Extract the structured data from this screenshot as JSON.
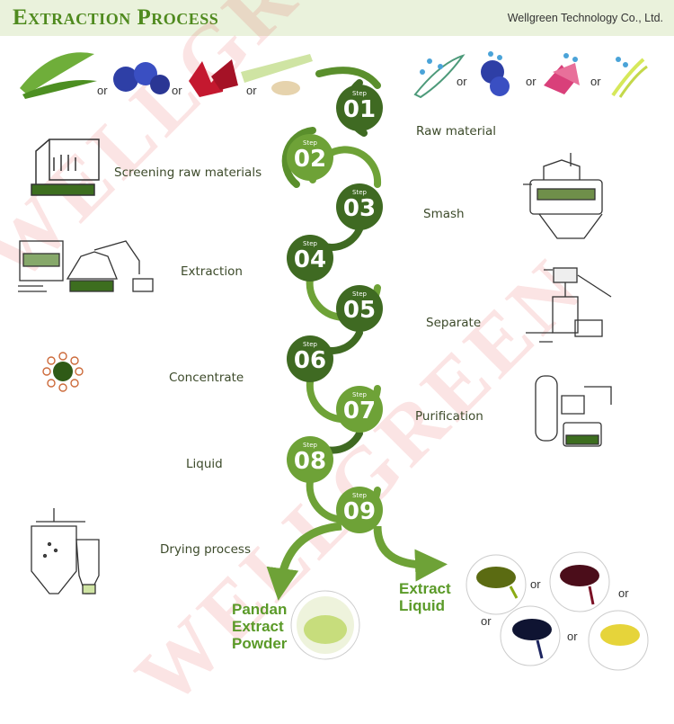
{
  "header": {
    "title": "Extraction Process",
    "company": "Wellgreen Technology Co., Ltd."
  },
  "watermark": "WELLGREEN",
  "step_word": "Step",
  "steps": [
    {
      "num": "01",
      "label": "Raw material"
    },
    {
      "num": "02",
      "label": "Screening raw materials"
    },
    {
      "num": "03",
      "label": "Smash"
    },
    {
      "num": "04",
      "label": "Extraction"
    },
    {
      "num": "05",
      "label": "Separate"
    },
    {
      "num": "06",
      "label": "Concentrate"
    },
    {
      "num": "07",
      "label": "Purification"
    },
    {
      "num": "08",
      "label": "Liquid"
    },
    {
      "num": "09",
      "label": "Drying process"
    }
  ],
  "or_text": "or",
  "outputs": {
    "powder": [
      "Pandan",
      "Extract",
      "Powder"
    ],
    "liquid": [
      "Extract",
      "Liquid"
    ]
  },
  "colors": {
    "step_dark": "#3f6a22",
    "step_light": "#6ea237",
    "accent": "#5a9a28",
    "header_bg": "#eaf2dc"
  },
  "icons": {
    "raw_materials": [
      "pandan-leaf-icon",
      "butterfly-pea-icon",
      "roselle-icon",
      "lemongrass-icon"
    ],
    "washed_materials": [
      "washed-leaf-icon",
      "washed-flower-icon",
      "washed-roselle-icon",
      "washed-grass-icon"
    ],
    "liquid_spoons": [
      "green-liquid-spoon-icon",
      "red-liquid-spoon-icon",
      "blue-liquid-spoon-icon",
      "yellow-liquid-spoon-icon"
    ]
  }
}
